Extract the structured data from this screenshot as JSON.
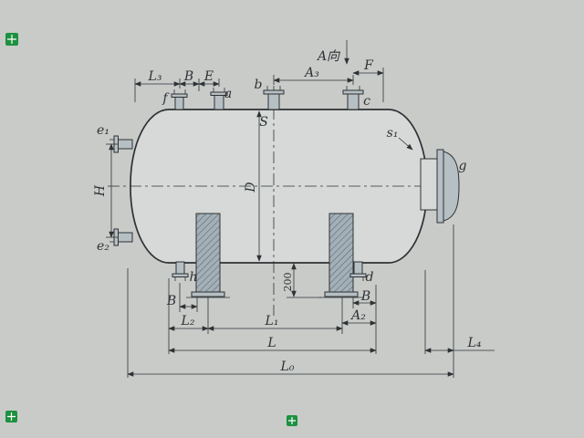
{
  "colors": {
    "bg": "#c9cbc9",
    "line": "#2e3234",
    "tank": "#d6d9d7",
    "metal": "#b6bfc4",
    "leg": "#a4b0b8",
    "hatch": "#5d6a72",
    "green": "#1d9140"
  },
  "labels": {
    "view_a": "A向",
    "L3": "L₃",
    "B_top": "B",
    "E": "E",
    "A3": "A₃",
    "F": "F",
    "f": "f",
    "a": "a",
    "b": "b",
    "c": "c",
    "s": "S",
    "s1": "s₁",
    "e1": "e₁",
    "e2": "e₂",
    "H": "H",
    "D": "D",
    "g": "g",
    "h": "h",
    "d": "d",
    "n200": "200",
    "B_bot_left": "B",
    "B_bot_right": "B",
    "L2": "L₂",
    "L1": "L₁",
    "A2": "A₂",
    "L": "L",
    "L0": "L₀",
    "L4": "L₄"
  }
}
